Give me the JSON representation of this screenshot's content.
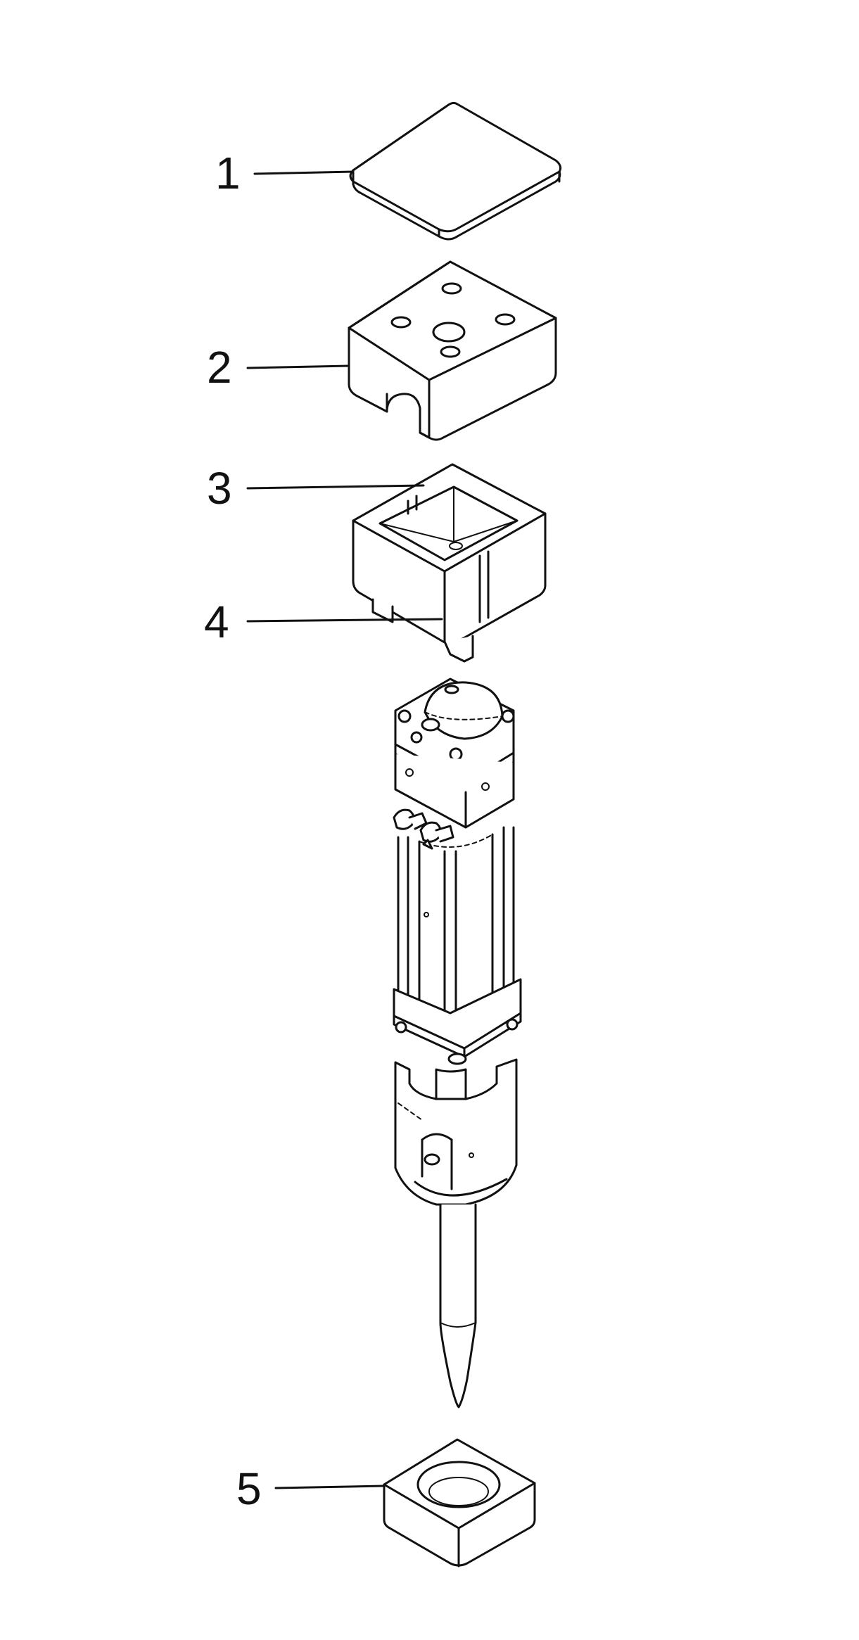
{
  "callouts": [
    {
      "label": "1"
    },
    {
      "label": "2"
    },
    {
      "label": "3"
    },
    {
      "label": "4"
    },
    {
      "label": "5"
    }
  ],
  "colors": {
    "line": "#111111",
    "background": "#ffffff"
  }
}
